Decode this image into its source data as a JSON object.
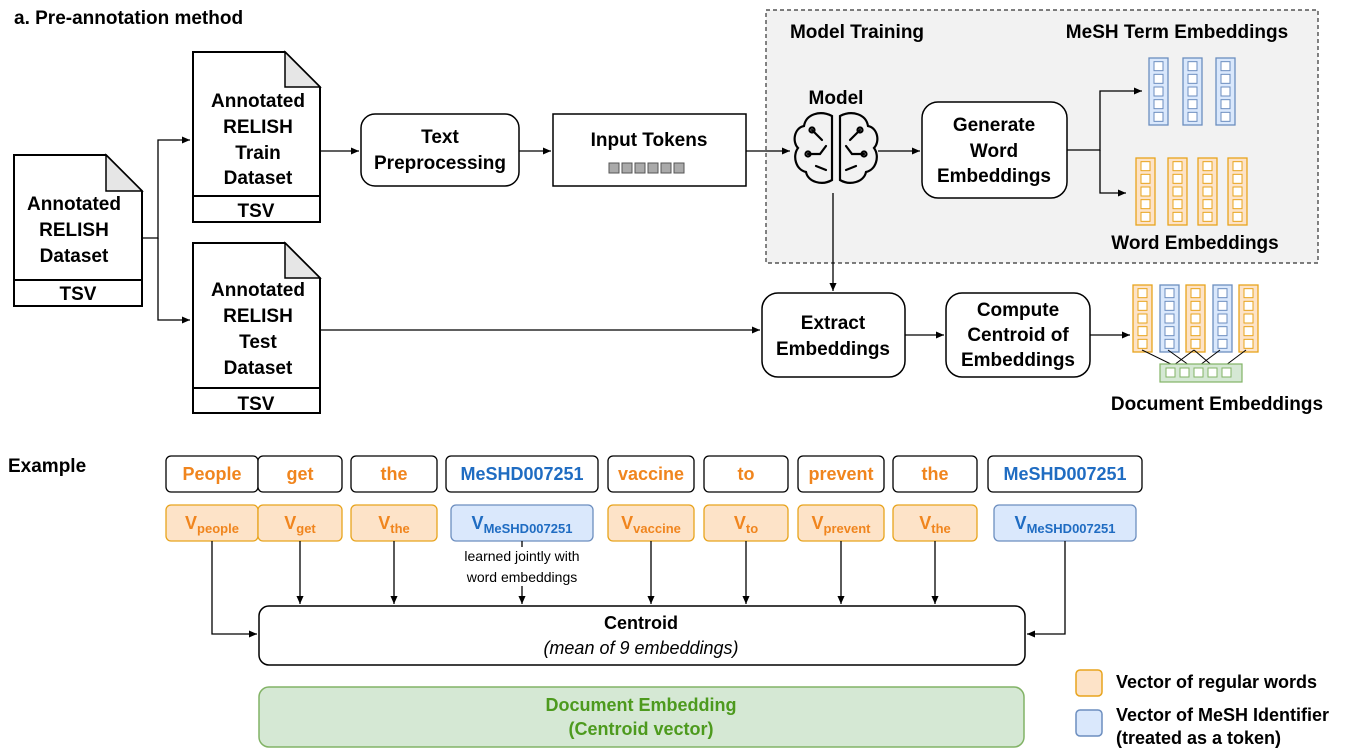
{
  "title": "a. Pre-annotation method",
  "docs": {
    "main": {
      "lines": [
        "Annotated",
        "RELISH",
        "Dataset"
      ],
      "footer": "TSV"
    },
    "train": {
      "lines": [
        "Annotated",
        "RELISH",
        "Train",
        "Dataset"
      ],
      "footer": "TSV"
    },
    "test": {
      "lines": [
        "Annotated",
        "RELISH",
        "Test",
        "Dataset"
      ],
      "footer": "TSV"
    }
  },
  "process": {
    "text_preprocessing": [
      "Text",
      "Preprocessing"
    ],
    "input_tokens": "Input Tokens",
    "generate_word_embeddings": [
      "Generate",
      "Word",
      "Embeddings"
    ],
    "extract_embeddings": [
      "Extract",
      "Embeddings"
    ],
    "compute_centroid": [
      "Compute",
      "Centroid of",
      "Embeddings"
    ]
  },
  "training": {
    "title": "Model Training",
    "model_label": "Model",
    "mesh_label": "MeSH Term Embeddings",
    "word_label": "Word Embeddings"
  },
  "document_embeddings_label": "Document Embeddings",
  "example": {
    "label": "Example",
    "tokens": [
      {
        "text": "People",
        "kind": "word",
        "vec": "V",
        "sub": "people"
      },
      {
        "text": "get",
        "kind": "word",
        "vec": "V",
        "sub": "get"
      },
      {
        "text": "the",
        "kind": "word",
        "vec": "V",
        "sub": "the"
      },
      {
        "text": "MeSHD007251",
        "kind": "mesh",
        "vec": "V",
        "sub": "MeSHD007251"
      },
      {
        "text": "vaccine",
        "kind": "word",
        "vec": "V",
        "sub": "vaccine"
      },
      {
        "text": "to",
        "kind": "word",
        "vec": "V",
        "sub": "to"
      },
      {
        "text": "prevent",
        "kind": "word",
        "vec": "V",
        "sub": "prevent"
      },
      {
        "text": "the",
        "kind": "word",
        "vec": "V",
        "sub": "the"
      },
      {
        "text": "MeSHD007251",
        "kind": "mesh",
        "vec": "V",
        "sub": "MeSHD007251"
      }
    ],
    "annotation": [
      "learned jointly with",
      "word embeddings"
    ],
    "centroid_title": "Centroid",
    "centroid_subtitle": "(mean of 9 embeddings)",
    "document_embedding": [
      "Document Embedding",
      "(Centroid vector)"
    ]
  },
  "legend": {
    "regular": "Vector of regular words",
    "mesh": [
      "Vector of MeSH Identifier",
      "(treated as a token)"
    ]
  },
  "colors": {
    "orange_text": "#f0851e",
    "blue_text": "#1f6cc2",
    "orange_fill": "#fde3c8",
    "orange_stroke": "#e8a41d",
    "blue_fill": "#dae8fc",
    "blue_stroke": "#6c8ebf",
    "green_fill": "#d5e8d4",
    "green_stroke": "#82b366",
    "green_text": "#4d9a1e"
  }
}
